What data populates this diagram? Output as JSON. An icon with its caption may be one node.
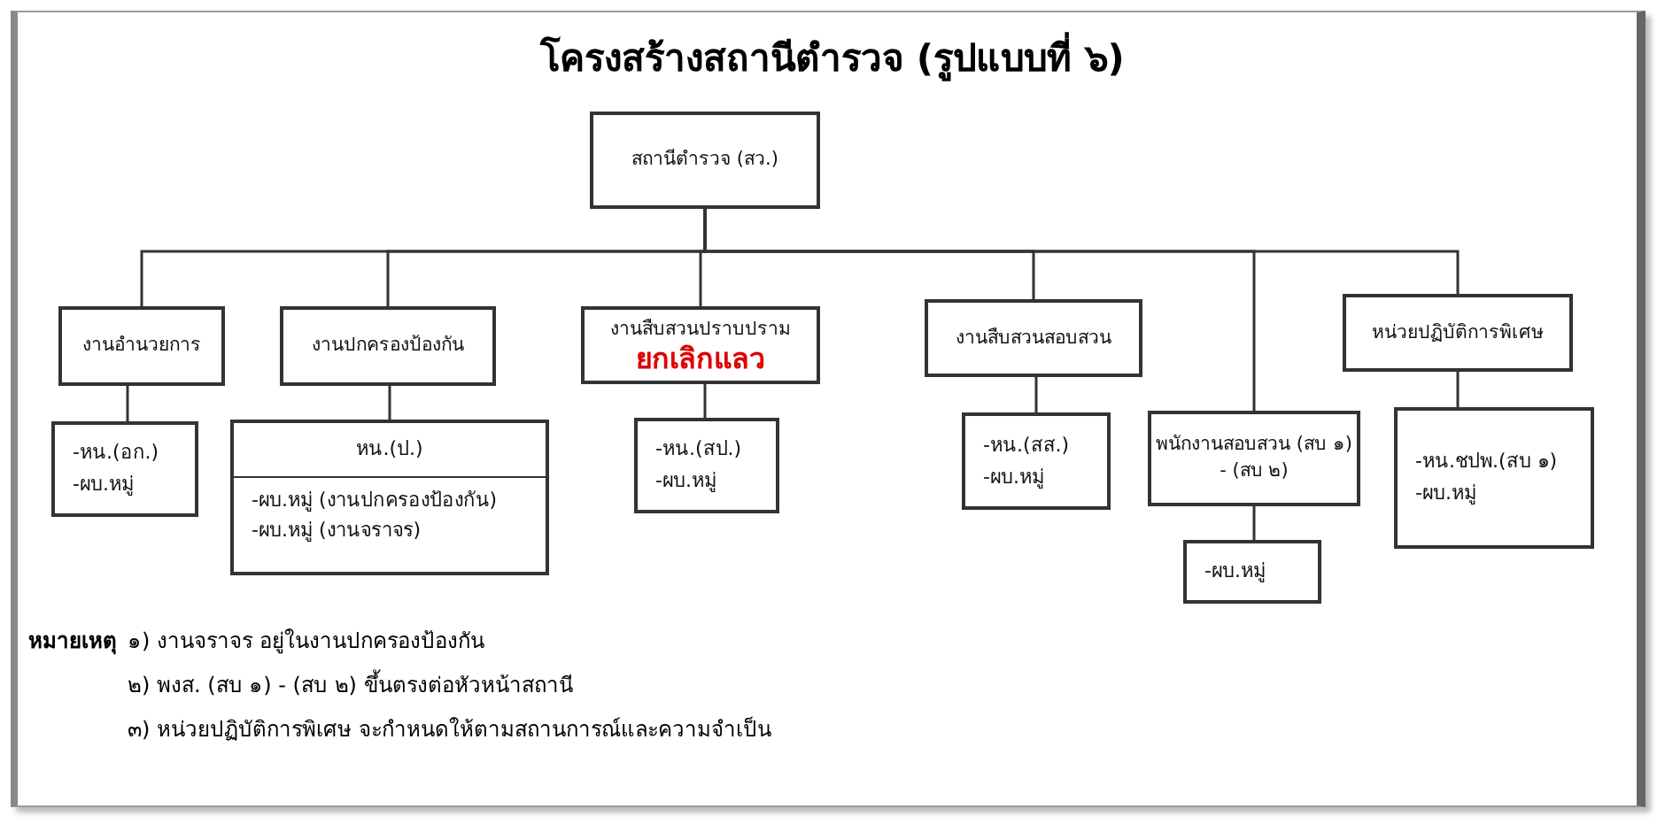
{
  "diagram": {
    "title": "โครงสร้างสถานีตำรวจ (รูปแบบที่ ๖)",
    "nodes": [
      {
        "text": [
          "สถานีตำรวจ (สว.)"
        ]
      },
      {
        "text": [
          "งานอำนวยการ"
        ]
      },
      {
        "text": [
          "งานปกครองป้องกัน"
        ]
      },
      {
        "text": [
          "งานสืบสวนปราบปราม",
          "ยกเลิกแลว"
        ]
      },
      {
        "text": [
          "งานสืบสวนสอบสวน"
        ]
      },
      {
        "text": [
          "พนักงานสอบสวน (สบ ๑) - (สบ ๒)"
        ]
      },
      {
        "text": [
          "หน่วยปฏิบัติการพิเศษ"
        ]
      },
      {
        "text": [
          "-หน.(อก.)",
          "-ผบ.หมู่"
        ]
      },
      {
        "text": [
          "หน.(ป.)",
          "-ผบ.หมู่ (งานปกครองป้องกัน)",
          "-ผบ.หมู่ (งานจราจร)"
        ]
      },
      {
        "text": [
          "-หน.(สป.)",
          "-ผบ.หมู่"
        ]
      },
      {
        "text": [
          "-หน.(สส.)",
          "-ผบ.หมู่"
        ]
      },
      {
        "text": [
          "-ผบ.หมู่"
        ]
      },
      {
        "text": [
          "-หน.ชปพ.(สบ ๑)",
          "-ผบ.หมู่"
        ]
      }
    ],
    "edges": [
      {
        "from": 0,
        "to": 1,
        "arrow": "none"
      },
      {
        "from": 0,
        "to": 2,
        "arrow": "none"
      },
      {
        "from": 0,
        "to": 3,
        "arrow": "none"
      },
      {
        "from": 0,
        "to": 4,
        "arrow": "none"
      },
      {
        "from": 0,
        "to": 5,
        "arrow": "none"
      },
      {
        "from": 0,
        "to": 6,
        "arrow": "none"
      },
      {
        "from": 1,
        "to": 7,
        "arrow": "none"
      },
      {
        "from": 2,
        "to": 8,
        "arrow": "none"
      },
      {
        "from": 3,
        "to": 9,
        "arrow": "none"
      },
      {
        "from": 4,
        "to": 10,
        "arrow": "none"
      },
      {
        "from": 5,
        "to": 11,
        "arrow": "none"
      },
      {
        "from": 6,
        "to": 12,
        "arrow": "none"
      }
    ],
    "labels": [
      "หมายเหตุ",
      "๑) งานจราจร อยู่ในงานปกครองป้องกัน",
      "๒) พงส. (สบ ๑) - (สบ ๒) ขึ้นตรงต่อหัวหน้าสถานี",
      "๓) หน่วยปฏิบัติการพิเศษ จะกำหนดให้ตามสถานการณ์และความจำเป็น"
    ]
  }
}
